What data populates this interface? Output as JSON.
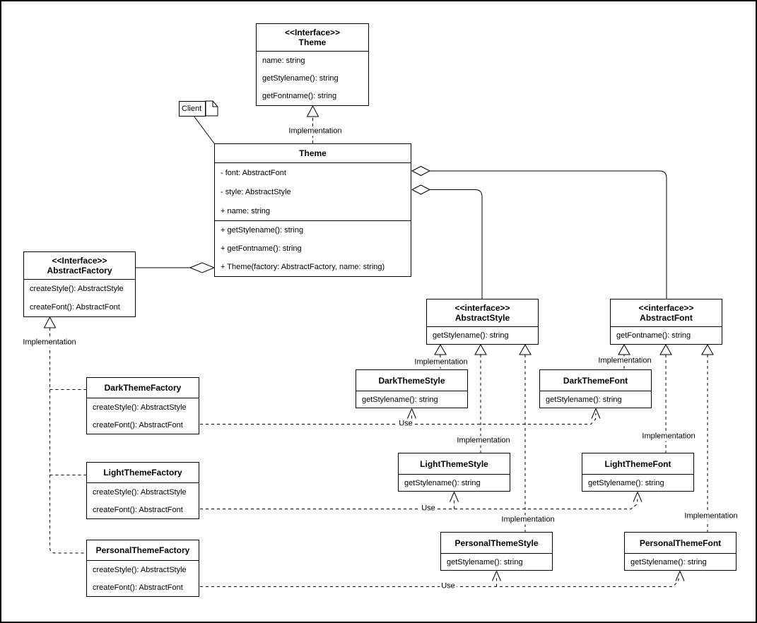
{
  "labels": {
    "implementation": "Implementation",
    "use": "Use"
  },
  "note": {
    "text": "Client"
  },
  "colors": {
    "stroke": "#000000",
    "background": "#ffffff"
  },
  "classes": {
    "theme_interface": {
      "stereotype": "<<Interface>>",
      "name": "Theme",
      "members": [
        "name: string",
        "getStylename(): string",
        "getFontname(): string"
      ]
    },
    "theme": {
      "name": "Theme",
      "attributes": [
        "- font: AbstractFont",
        "- style: AbstractStyle",
        "+ name: string"
      ],
      "methods": [
        "+ getStylename(): string",
        "+ getFontname(): string",
        "+ Theme(factory: AbstractFactory, name: string)"
      ]
    },
    "abstract_factory": {
      "stereotype": "<<Interface>>",
      "name": "AbstractFactory",
      "members": [
        "createStyle(): AbstractStyle",
        "createFont(): AbstractFont"
      ]
    },
    "abstract_style": {
      "stereotype": "<<interface>>",
      "name": "AbstractStyle",
      "members": [
        "getStylename(): string"
      ]
    },
    "abstract_font": {
      "stereotype": "<<interface>>",
      "name": "AbstractFont",
      "members": [
        "getFontname(): string"
      ]
    },
    "dark_theme_factory": {
      "name": "DarkThemeFactory",
      "members": [
        "createStyle(): AbstractStyle",
        "createFont(): AbstractFont"
      ]
    },
    "light_theme_factory": {
      "name": "LightThemeFactory",
      "members": [
        "createStyle(): AbstractStyle",
        "createFont(): AbstractFont"
      ]
    },
    "personal_theme_factory": {
      "name": "PersonalThemeFactory",
      "members": [
        "createStyle(): AbstractStyle",
        "createFont(): AbstractFont"
      ]
    },
    "dark_theme_style": {
      "name": "DarkThemeStyle",
      "members": [
        "getStylename(): string"
      ]
    },
    "dark_theme_font": {
      "name": "DarkThemeFont",
      "members": [
        "getStylename(): string"
      ]
    },
    "light_theme_style": {
      "name": "LightThemeStyle",
      "members": [
        "getStylename(): string"
      ]
    },
    "light_theme_font": {
      "name": "LightThemeFont",
      "members": [
        "getStylename(): string"
      ]
    },
    "personal_theme_style": {
      "name": "PersonalThemeStyle",
      "members": [
        "getStylename(): string"
      ]
    },
    "personal_theme_font": {
      "name": "PersonalThemeFont",
      "members": [
        "getStylename(): string"
      ]
    }
  }
}
